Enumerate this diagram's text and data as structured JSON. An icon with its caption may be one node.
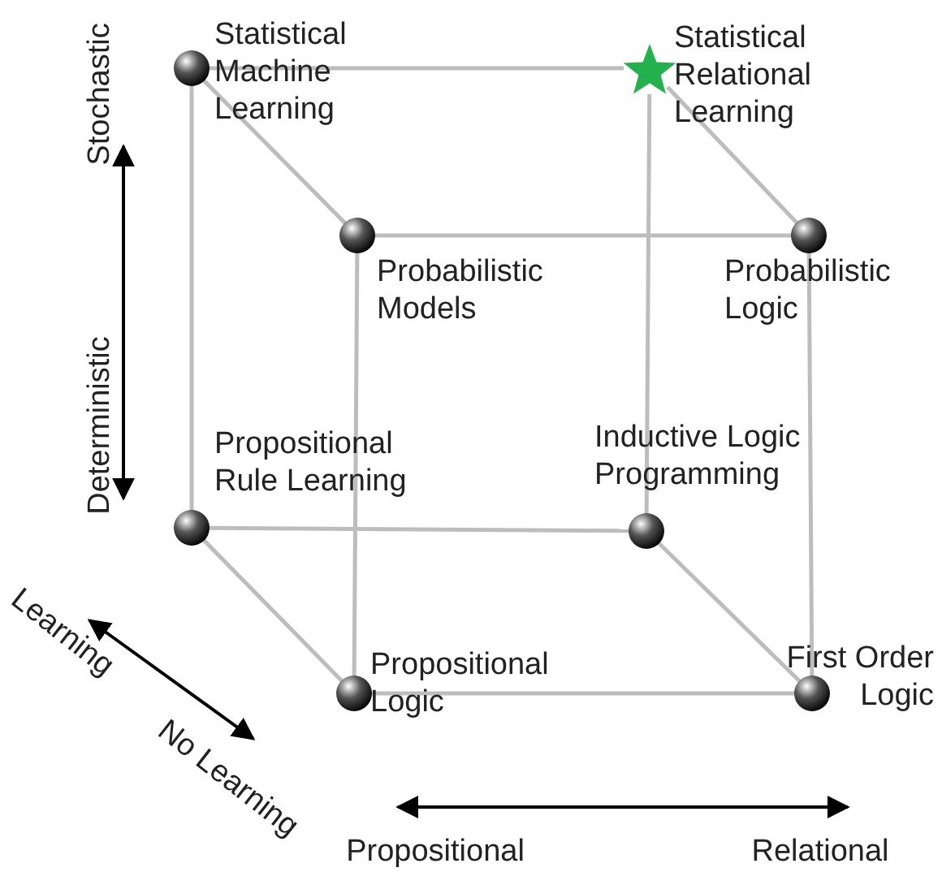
{
  "diagram": {
    "nodes": [
      {
        "text": [],
        "shape": "circle",
        "beside": [
          "Statistical Machine Learning"
        ]
      },
      {
        "text": [],
        "shape": "star",
        "beside": [
          "Statistical Relational Learning"
        ]
      },
      {
        "text": [],
        "shape": "circle",
        "beside": [
          "Probabilistic Models"
        ]
      },
      {
        "text": [],
        "shape": "circle",
        "beside": [
          "Probabilistic Logic"
        ]
      },
      {
        "text": [],
        "shape": "circle",
        "beside": [
          "Propositional Rule Learning"
        ]
      },
      {
        "text": [],
        "shape": "circle",
        "beside": [
          "Inductive Logic Programming"
        ]
      },
      {
        "text": [],
        "shape": "circle",
        "beside": [
          "Propositional Logic"
        ]
      },
      {
        "text": [],
        "shape": "circle",
        "beside": [
          "First Order Logic"
        ]
      }
    ],
    "edges": [
      {
        "from": 0,
        "to": 1,
        "arrow": "none"
      },
      {
        "from": 0,
        "to": 2,
        "arrow": "none"
      },
      {
        "from": 1,
        "to": 3,
        "arrow": "none"
      },
      {
        "from": 2,
        "to": 3,
        "arrow": "none"
      },
      {
        "from": 0,
        "to": 4,
        "arrow": "none"
      },
      {
        "from": 1,
        "to": 5,
        "arrow": "none"
      },
      {
        "from": 2,
        "to": 6,
        "arrow": "none"
      },
      {
        "from": 3,
        "to": 7,
        "arrow": "none"
      },
      {
        "from": 4,
        "to": 5,
        "arrow": "none"
      },
      {
        "from": 4,
        "to": 6,
        "arrow": "none"
      },
      {
        "from": 5,
        "to": 7,
        "arrow": "none"
      },
      {
        "from": 6,
        "to": 7,
        "arrow": "none"
      }
    ],
    "labels": [
      "Stochastic",
      "Deterministic",
      "Learning",
      "No Learning",
      "Propositional",
      "Relational"
    ]
  }
}
